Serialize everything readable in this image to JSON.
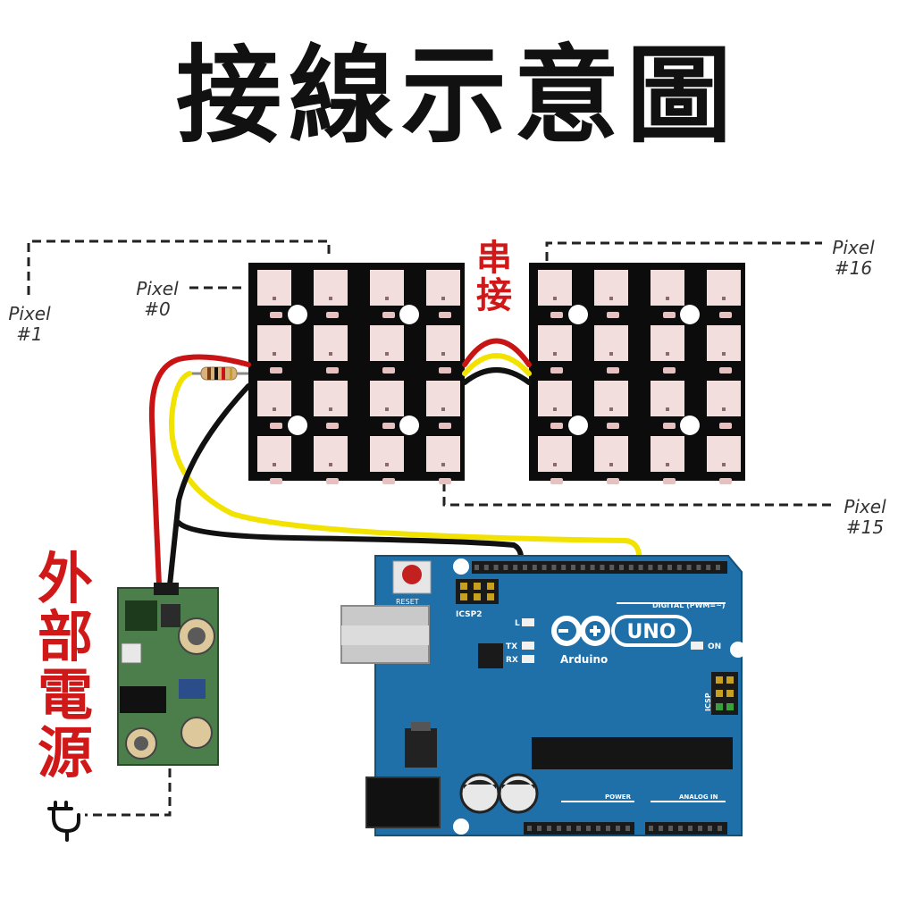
{
  "title": "接線示意圖",
  "labels": {
    "series_connect": [
      "串",
      "接"
    ],
    "external_power": [
      "外",
      "部",
      "電",
      "源"
    ],
    "pixel_0": [
      "Pixel",
      "#0"
    ],
    "pixel_1": [
      "Pixel",
      "#1"
    ],
    "pixel_15": [
      "Pixel",
      "#15"
    ],
    "pixel_16": [
      "Pixel",
      "#16"
    ]
  },
  "board": {
    "reset": "RESET",
    "icsp2": "ICSP2",
    "icsp": "ICSP",
    "digital": "DIGITAL (PWM=~)",
    "brand": "Arduino",
    "model": "UNO",
    "led_l": "L",
    "led_tx": "TX",
    "led_rx": "RX",
    "led_on": "ON",
    "power": "POWER",
    "analog": "ANALOG IN"
  },
  "colors": {
    "wire_red": "#c81414",
    "wire_yellow": "#f2e200",
    "wire_black": "#111111",
    "board_blue": "#1f6fa8",
    "panel_black": "#0c0c0c",
    "pixel_pink": "#f3dede",
    "label_red": "#d01818",
    "pcb_green": "#2e6b2e"
  },
  "icons": {
    "plug": "power-plug-icon"
  }
}
